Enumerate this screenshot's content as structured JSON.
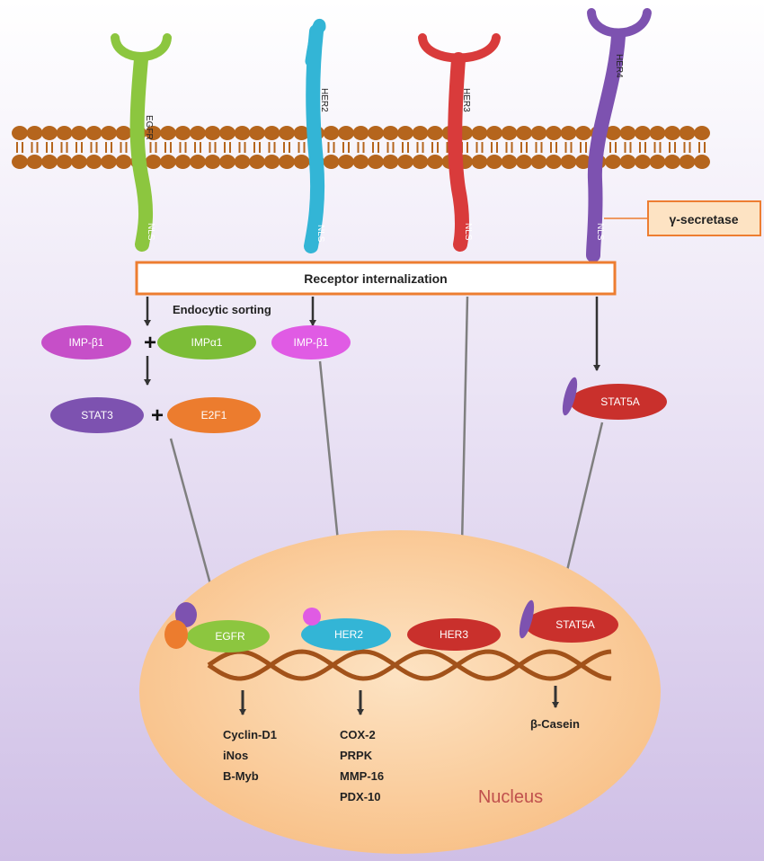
{
  "receptors": [
    {
      "name": "EGFR",
      "color": "#8cc63f",
      "nls": "NLS"
    },
    {
      "name": "HER2",
      "color": "#33b5d6",
      "nls": "NLS"
    },
    {
      "name": "HER3",
      "color": "#d93b3b",
      "nls": "NLS"
    },
    {
      "name": "HER4",
      "color": "#7d52b0",
      "nls": "NLS"
    }
  ],
  "boxes": {
    "gamma": "γ-secretase",
    "internalization": "Receptor internalization"
  },
  "texts": {
    "endocytic": "Endocytic sorting",
    "nucleus": "Nucleus",
    "plus": "+"
  },
  "proteins": {
    "imp_b1_left": "IMP-β1",
    "imp_a1": "IMPα1",
    "imp_b1_right": "IMP-β1",
    "stat3": "STAT3",
    "e2f1": "E2F1",
    "stat5a": "STAT5A"
  },
  "nuclear": {
    "egfr": "EGFR",
    "her2": "HER2",
    "her3": "HER3",
    "stat5a": "STAT5A"
  },
  "targets": {
    "egfr": [
      "Cyclin-D1",
      "iNos",
      "B-Myb"
    ],
    "her2": [
      "COX-2",
      "PRPK",
      "MMP-16",
      "PDX-10"
    ],
    "stat5a": [
      "β-Casein"
    ]
  },
  "colors": {
    "membrane": "#b5651d",
    "nucleus_fill": "#fcd3a8",
    "box_border": "#ed7d31",
    "arrow": "#7f7f7f"
  }
}
